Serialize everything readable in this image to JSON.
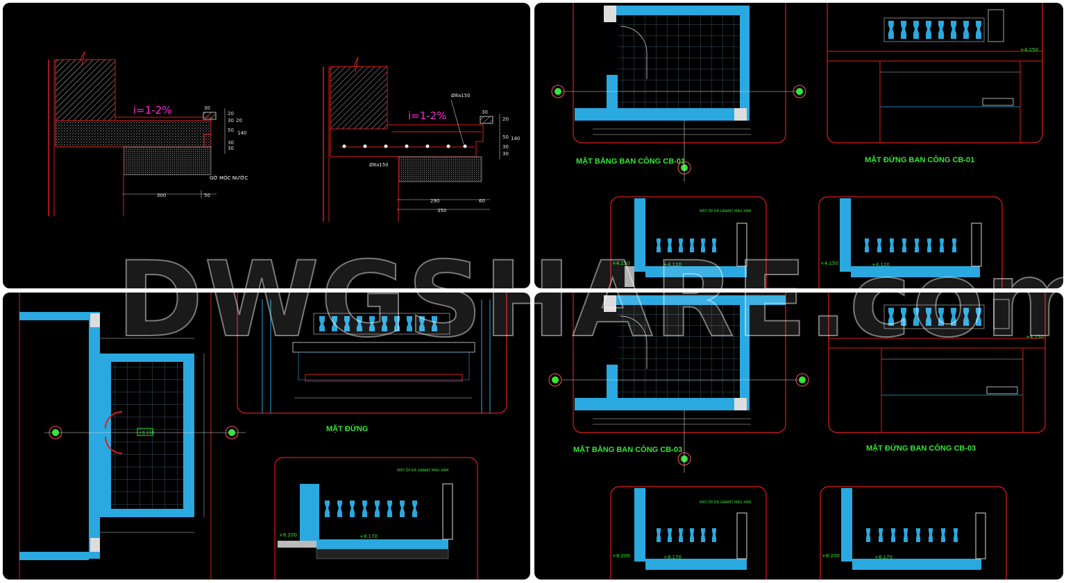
{
  "panels": {
    "tl": {
      "slope_left": "i=1-2%",
      "slope_right": "i=1-2%",
      "gờ_label": "GỜ MÓC NƯỚC",
      "dim_300": "300",
      "dim_50": "50",
      "dim_290": "290",
      "dim_60": "60",
      "dim_350": "350",
      "rebar_top": "Ø8a150",
      "rebar_bot": "Ø8a150",
      "v_dims_left": [
        "30",
        "20",
        "30",
        "50",
        "30",
        "30",
        "20",
        "140"
      ],
      "v_dims_right": [
        "30",
        "20",
        "50",
        "30",
        "30",
        "140"
      ]
    },
    "tr": {
      "plan_title": "MẶT BẰNG BAN CÔNG CB-01",
      "elev_title": "MẶT ĐỨNG BAN CÔNG CB-01",
      "level_a": "+4.150",
      "level_b": "+4.150",
      "level_c": "+4.120",
      "level_d": "+4.150",
      "level_e": "+4.120",
      "note": "MẶT ỐP ĐÁ GRANIT MÀU XÁM"
    },
    "bl": {
      "elev_title": "MẶT ĐỨNG",
      "level_plan": "+8.150",
      "level_a": "+8.200",
      "level_b": "+8.170",
      "note": "MẶT ỐP ĐÁ GRANIT MÀU XÁM"
    },
    "br": {
      "plan_title": "MẶT BẰNG BAN CÔNG CB-03",
      "elev_title": "MẶT ĐỨNG BAN CÔNG CB-03",
      "level_a": "+4.150",
      "level_b": "+8.200",
      "level_c": "+8.170",
      "level_d": "+8.200",
      "level_e": "+8.170",
      "note": "MẶT ỐP ĐÁ GRANIT MÀU XÁM"
    }
  },
  "watermark": "DWGSHARE.com",
  "colors": {
    "background": "#000000",
    "red": "#e01b1b",
    "cyan": "#2aa9e0",
    "green": "#35e635",
    "magenta": "#ff2ad4",
    "white": "#e6e6e6"
  }
}
